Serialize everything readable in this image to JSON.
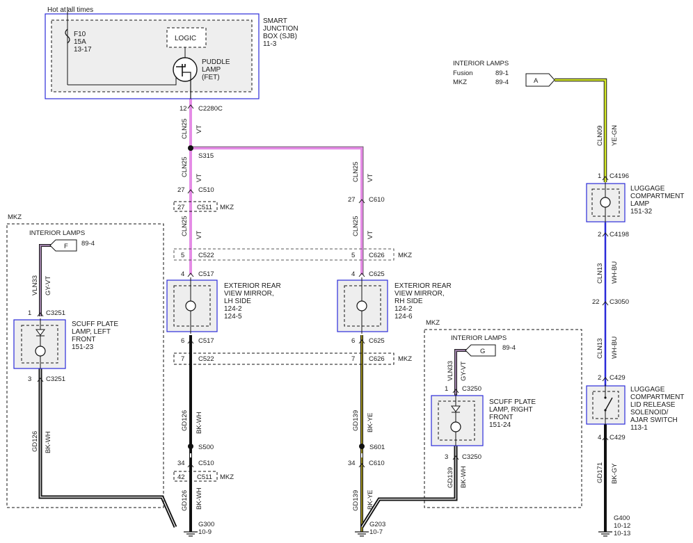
{
  "colors": {
    "violet": "#e58ce6",
    "black": "#111111",
    "blue": "#2b2bd9",
    "yellow_green": "#d6ea2a",
    "gray_violet": "#9b7fa5",
    "box_fill": "#eeeeee",
    "brown_yellow": "#7a6a16"
  },
  "header": {
    "hot_label": "Hot at all times"
  },
  "sjb": {
    "fuse_name": "F10",
    "fuse_rating": "15A",
    "fuse_ref": "13-17",
    "logic_label": "LOGIC",
    "puddle_line1": "PUDDLE",
    "puddle_line2": "LAMP",
    "puddle_line3": "(FET)",
    "title_line1": "SMART",
    "title_line2": "JUNCTION",
    "title_line3": "BOX (SJB)",
    "title_ref": "11-3"
  },
  "main": {
    "pin_c2280c": "12",
    "conn_c2280c": "C2280C",
    "circuit_top": "CLN25",
    "color_top": "VT",
    "splice_s315": "S315",
    "lh_circuit": "CLN25",
    "lh_color": "VT",
    "pin_c510_top": "27",
    "conn_c510_top": "C510",
    "pin_c511_top": "27",
    "conn_c511_top": "C511",
    "mkz_c511_top": "MKZ",
    "lh_circuit2": "CLN25",
    "lh_color2": "VT",
    "pin_c522_top": "5",
    "conn_c522_top": "C522",
    "pin_c517_top": "4",
    "conn_c517_top": "C517",
    "pin_c517_bot": "6",
    "conn_c517_bot": "C517",
    "pin_c522_bot": "7",
    "conn_c522_bot": "C522",
    "lh_circuit3": "GD126",
    "lh_color3": "BK-WH",
    "splice_s500": "S500",
    "pin_c510_bot": "34",
    "conn_c510_bot": "C510",
    "pin_c511_bot": "42",
    "conn_c511_bot": "C511",
    "mkz_c511_bot": "MKZ",
    "lh_circuit4": "GD126",
    "lh_color4": "BK-WH",
    "ground_g300": "G300",
    "ground_g300_ref": "10-9"
  },
  "mirror_lh": {
    "line1": "EXTERIOR REAR",
    "line2": "VIEW MIRROR,",
    "line3": "LH SIDE",
    "ref1": "124-2",
    "ref2": "124-5"
  },
  "rh": {
    "circuit1": "CLN25",
    "color1": "VT",
    "pin_c610_top": "27",
    "conn_c610_top": "C610",
    "circuit2": "CLN25",
    "color2": "VT",
    "pin_c626_top": "5",
    "conn_c626_top": "C626",
    "mkz_c626_top": "MKZ",
    "pin_c625_top": "4",
    "conn_c625_top": "C625",
    "pin_c625_bot": "6",
    "conn_c625_bot": "C625",
    "pin_c626_bot": "7",
    "conn_c626_bot": "C626",
    "mkz_c626_bot": "MKZ",
    "circuit3": "GD139",
    "color3": "BK-YE",
    "splice_s601": "S601",
    "pin_c610_bot": "34",
    "conn_c610_bot": "C610",
    "circuit4": "GD139",
    "color4": "BK-YE",
    "ground_g203": "G203",
    "ground_g203_ref": "10-7"
  },
  "mirror_rh": {
    "line1": "EXTERIOR REAR",
    "line2": "VIEW MIRROR,",
    "line3": "RH SIDE",
    "ref1": "124-2",
    "ref2": "124-6"
  },
  "mkz_c522_label": "MKZ",
  "left_panel": {
    "mkz": "MKZ",
    "interior": "INTERIOR LAMPS",
    "tag": "F",
    "tag_ref": "89-4",
    "circuit1": "VLN33",
    "color1": "GY-VT",
    "pin_top": "1",
    "conn_top": "C3251",
    "lamp_line1": "SCUFF PLATE",
    "lamp_line2": "LAMP, LEFT",
    "lamp_line3": "FRONT",
    "lamp_ref": "151-23",
    "pin_bot": "3",
    "conn_bot": "C3251",
    "circuit2": "GD126",
    "color2": "BK-WH"
  },
  "right_panel": {
    "mkz": "MKZ",
    "interior": "INTERIOR LAMPS",
    "tag": "G",
    "tag_ref": "89-4",
    "circuit1": "VLN33",
    "color1": "GY-VT",
    "pin_top": "1",
    "conn_top": "C3250",
    "lamp_line1": "SCUFF PLATE",
    "lamp_line2": "LAMP, RIGHT",
    "lamp_line3": "FRONT",
    "lamp_ref": "151-24",
    "pin_bot": "3",
    "conn_bot": "C3250",
    "circuit2": "GD139",
    "color2": "BK-WH"
  },
  "luggage": {
    "interior_title": "INTERIOR LAMPS",
    "fusion_label": "Fusion",
    "fusion_ref": "89-1",
    "mkz_label": "MKZ",
    "mkz_ref": "89-4",
    "tag": "A",
    "circuit1": "CLN09",
    "color1": "YE-GN",
    "pin_c4196": "1",
    "conn_c4196": "C4196",
    "lamp_line1": "LUGGAGE",
    "lamp_line2": "COMPARTMENT",
    "lamp_line3": "LAMP",
    "lamp_ref": "151-32",
    "pin_c4198": "2",
    "conn_c4198": "C4198",
    "circuit2": "CLN13",
    "color2": "WH-BU",
    "pin_c3050": "22",
    "conn_c3050": "C3050",
    "circuit3": "CLN13",
    "color3": "WH-BU",
    "pin_c429_top": "2",
    "conn_c429_top": "C429",
    "sw_line1": "LUGGAGE",
    "sw_line2": "COMPARTMENT",
    "sw_line3": "LID RELEASE",
    "sw_line4": "SOLENOID/",
    "sw_line5": "AJAR SWITCH",
    "sw_ref": "113-1",
    "pin_c429_bot": "4",
    "conn_c429_bot": "C429",
    "circuit4": "GD171",
    "color4": "BK-GY",
    "ground_g400": "G400",
    "ground_ref1": "10-12",
    "ground_ref2": "10-13"
  }
}
